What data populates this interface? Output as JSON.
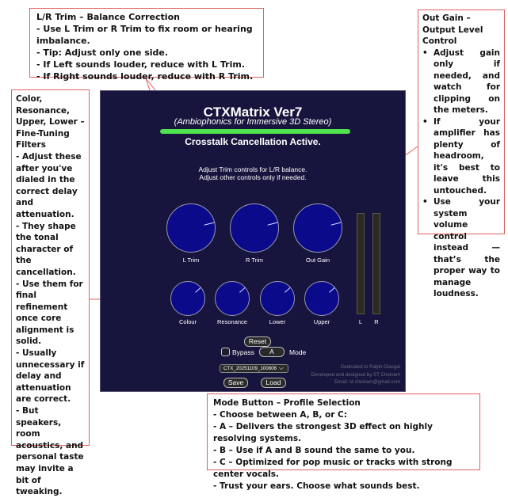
{
  "notes": {
    "trim": {
      "title": "L/R Trim – Balance Correction",
      "lines": [
        "- Use L Trim or R Trim to fix room or hearing imbalance.",
        "- Tip: Adjust only one side.",
        "- If Left sounds louder, reduce with L Trim.",
        "- If Right sounds louder, reduce with R Trim."
      ]
    },
    "outgain": {
      "title": "Out Gain – Output Level Control",
      "bullet": "•",
      "bullets": [
        "Adjust gain only if needed, and watch for clipping on the meters.",
        "If your amplifier has plenty of headroom, it's best to leave this untouched.",
        "Use your system volume control instead — that’s the proper way to manage loudness."
      ]
    },
    "filters": {
      "title": "Color, Resonance, Upper, Lower – Fine-Tuning Filters",
      "lines": [
        "- Adjust these after you've dialed in the correct delay and attenuation.",
        "- They shape the tonal character of the cancellation.",
        "- Use them for final refinement once core alignment is solid.",
        "- Usually unnecessary if delay and attenuation are correct.",
        "- But speakers, room acoustics, and personal taste may invite a bit of tweaking."
      ]
    },
    "mode": {
      "title": "Mode Button – Profile Selection",
      "lines": [
        "- Choose between A, B, or C:",
        "- A – Delivers the strongest 3D effect on highly resolving systems.",
        "- B – Use if A and B sound the same to you.",
        "- C – Optimized for pop music or tracks with strong center vocals.",
        "- Trust your ears. Choose what sounds best."
      ]
    }
  },
  "plugin": {
    "title": "CTXMatrix Ver7",
    "subtitle": "(Ambiophonics for Immersive 3D Stereo)",
    "status": "Crosstalk Cancellation Active.",
    "status_color": "#4ee24e",
    "instructions": [
      "Adjust Trim controls for L/R balance.",
      "Adjust other controls only if needed."
    ],
    "knobs_large": [
      {
        "label": "L Trim",
        "value": 0.78
      },
      {
        "label": "R Trim",
        "value": 0.78
      },
      {
        "label": "Out Gain",
        "value": 0.78
      }
    ],
    "knobs_small": [
      {
        "label": "Colour",
        "value": 0.68
      },
      {
        "label": "Resonance",
        "value": 0.68
      },
      {
        "label": "Lower",
        "value": 0.68
      },
      {
        "label": "Upper",
        "value": 0.68
      }
    ],
    "meters": [
      {
        "label": "L",
        "level": 0
      },
      {
        "label": "R",
        "level": 0
      }
    ],
    "reset_label": "Reset",
    "bypass_label": "Bypass",
    "bypass_checked": false,
    "mode_value": "A",
    "mode_label": "Mode",
    "profile_selected": "CTX_20251109_100806",
    "save_label": "Save",
    "load_label": "Load",
    "credits": [
      "Dedicated to Ralph Glasgal",
      "Developed and designed by ST Chelvam",
      "Email: st.chelvam@gmail.com"
    ],
    "background_color": "#17153d",
    "knob_color": "#0a0a8a"
  }
}
